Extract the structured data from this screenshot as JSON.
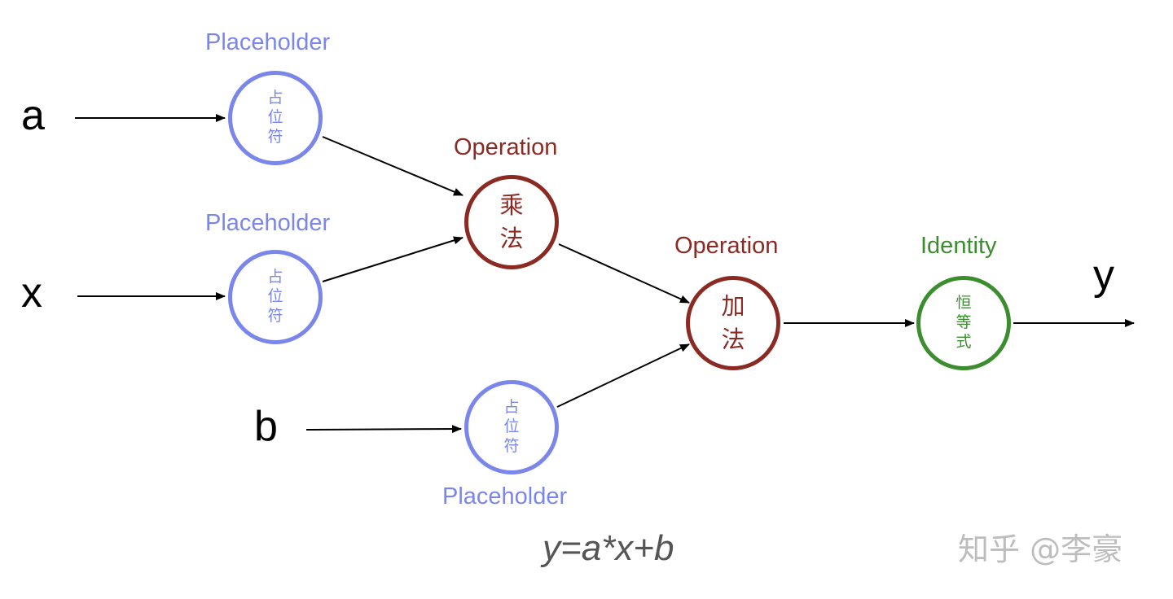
{
  "inputs": {
    "a": "a",
    "x": "x",
    "b": "b"
  },
  "output": {
    "y": "y"
  },
  "nodes": {
    "placeholder_a": {
      "type_label": "Placeholder",
      "chars": [
        "占",
        "位",
        "符"
      ]
    },
    "placeholder_x": {
      "type_label": "Placeholder",
      "chars": [
        "占",
        "位",
        "符"
      ]
    },
    "placeholder_b": {
      "type_label": "Placeholder",
      "chars": [
        "占",
        "位",
        "符"
      ]
    },
    "multiply": {
      "type_label": "Operation",
      "chars": [
        "乘",
        "法"
      ]
    },
    "add": {
      "type_label": "Operation",
      "chars": [
        "加",
        "法"
      ]
    },
    "identity": {
      "type_label": "Identity",
      "chars": [
        "恒",
        "等",
        "式"
      ]
    }
  },
  "formula": "y=a*x+b",
  "watermark": "知乎 @李豪",
  "colors": {
    "placeholder": "#7b86ea",
    "operation": "#8a2a23",
    "identity": "#3b8d2e",
    "arrow": "#000000"
  }
}
